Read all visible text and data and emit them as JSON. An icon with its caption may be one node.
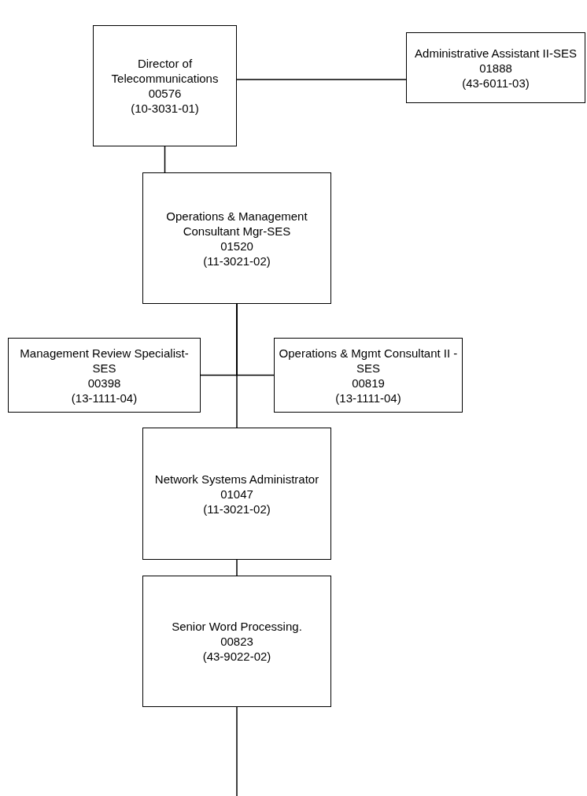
{
  "diagram": {
    "nodes": [
      {
        "text": [
          "Director of Telecommunications",
          "00576",
          "(10-3031-01)"
        ]
      },
      {
        "text": [
          "Administrative Assistant II-SES",
          "01888",
          "(43-6011-03)"
        ]
      },
      {
        "text": [
          "Operations & Management Consultant Mgr-SES",
          "01520",
          "(11-3021-02)"
        ]
      },
      {
        "text": [
          "Management Review Specialist-SES",
          "00398",
          "(13-1111-04)"
        ]
      },
      {
        "text": [
          "Operations & Mgmt Consultant II - SES",
          "00819",
          "(13-1111-04)"
        ]
      },
      {
        "text": [
          "Network Systems Administrator",
          "01047",
          "(11-3021-02)"
        ]
      },
      {
        "text": [
          "Senior Word Processing.",
          "00823",
          "(43-9022-02)"
        ]
      }
    ],
    "edges": [
      {
        "from": 0,
        "to": 1,
        "arrow": "none"
      },
      {
        "from": 0,
        "to": 2,
        "arrow": "none"
      },
      {
        "from": 2,
        "to": 3,
        "arrow": "none"
      },
      {
        "from": 2,
        "to": 4,
        "arrow": "none"
      },
      {
        "from": 2,
        "to": 5,
        "arrow": "none"
      },
      {
        "from": 5,
        "to": 6,
        "arrow": "none"
      },
      {
        "from": 6,
        "to": null,
        "arrow": "none"
      }
    ]
  }
}
